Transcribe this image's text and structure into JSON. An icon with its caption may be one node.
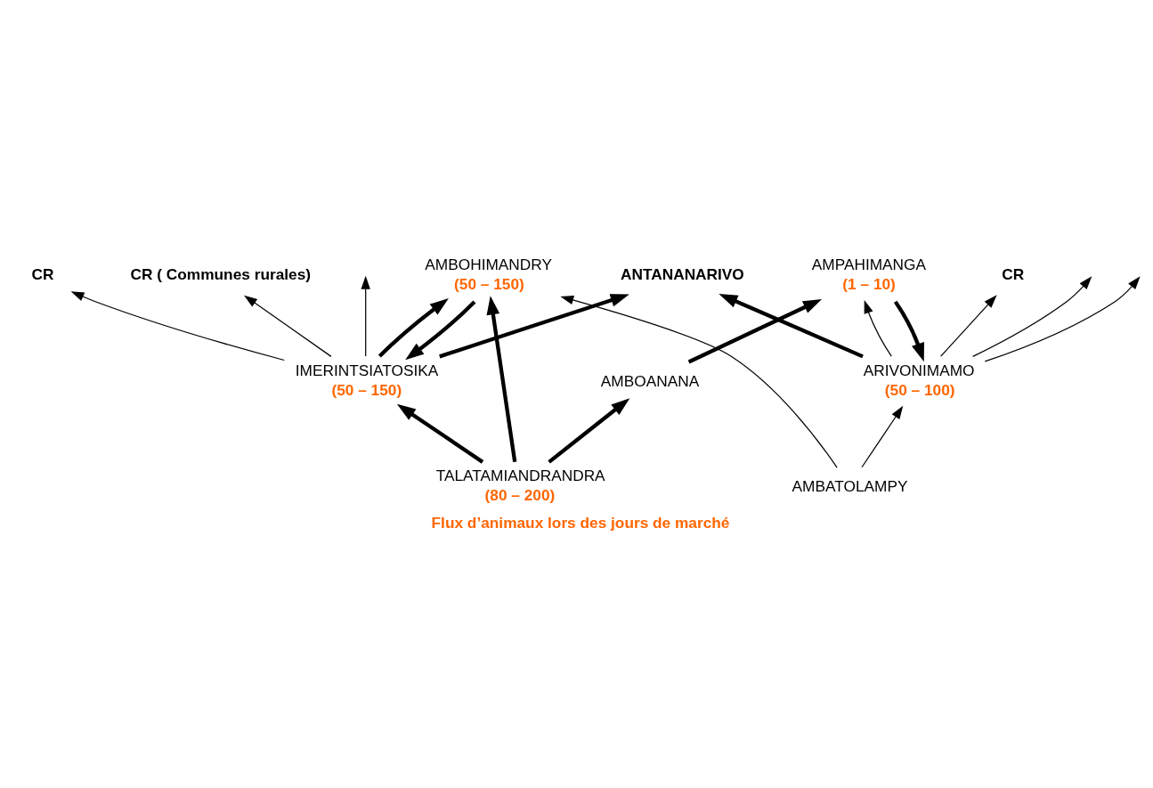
{
  "diagram": {
    "caption": "Flux d’animaux lors des jours de marché",
    "nodes": [
      {
        "text": [
          "ARIVONIMAMO"
        ],
        "beside": [
          "(50 – 100)"
        ]
      },
      {
        "text": [
          "IMERINTSIATOSIKA"
        ],
        "beside": [
          "(50 – 150)"
        ]
      },
      {
        "text": [
          "ANTANANARIVO"
        ]
      },
      {
        "text": [
          "CR"
        ]
      },
      {
        "text": [
          "CR"
        ]
      },
      {
        "text": [
          "CR ( Communes rurales)"
        ]
      },
      {
        "text": [
          "AMPAHIMANGA"
        ],
        "beside": [
          "(1 – 10)"
        ]
      },
      {
        "text": [
          "AMBOANANA"
        ]
      },
      {
        "text": [
          "AMBOHIMANDRY"
        ],
        "beside": [
          "(50 – 150)"
        ]
      },
      {
        "text": [
          "TALATAMIANDRANDRA"
        ],
        "beside": [
          "(80 – 200)"
        ]
      },
      {
        "text": [
          "AMBATOLAMPY"
        ]
      }
    ],
    "edges": [
      {
        "from": 0,
        "to": 2,
        "arrow": "to",
        "style": "thick"
      },
      {
        "from": 1,
        "to": 2,
        "arrow": "to",
        "style": "thick"
      },
      {
        "from": 0,
        "to": null,
        "arrow": "to"
      },
      {
        "from": 0,
        "to": null,
        "arrow": "to"
      },
      {
        "from": 0,
        "to": 3,
        "arrow": "to"
      },
      {
        "from": 1,
        "to": 4,
        "arrow": "to"
      },
      {
        "from": 1,
        "to": null,
        "arrow": "to"
      },
      {
        "from": 1,
        "to": 5,
        "arrow": "to"
      },
      {
        "from": 0,
        "to": 6,
        "arrow": "to"
      },
      {
        "from": 6,
        "to": 0,
        "arrow": "to",
        "style": "thick"
      },
      {
        "from": 7,
        "to": 6,
        "arrow": "to",
        "style": "thick"
      },
      {
        "from": 9,
        "to": 7,
        "arrow": "to",
        "style": "thick"
      },
      {
        "from": 9,
        "to": 1,
        "arrow": "to",
        "style": "thick"
      },
      {
        "from": 9,
        "to": 8,
        "arrow": "to",
        "style": "thick"
      },
      {
        "from": 8,
        "to": 1,
        "arrow": "to",
        "style": "thick"
      },
      {
        "from": 1,
        "to": 8,
        "arrow": "to",
        "style": "thick"
      },
      {
        "from": 10,
        "to": 8,
        "arrow": "to"
      },
      {
        "from": 10,
        "to": 0,
        "arrow": "to"
      }
    ]
  }
}
